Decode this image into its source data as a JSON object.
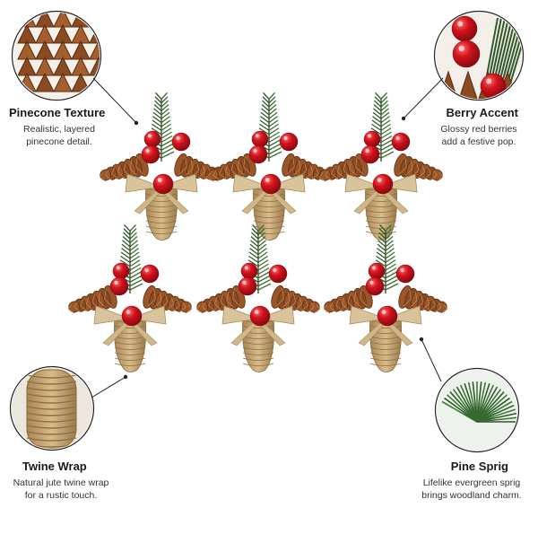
{
  "callouts": {
    "pinecone": {
      "title": "Pinecone Texture",
      "desc_line1": "Realistic, layered",
      "desc_line2": "pinecone detail."
    },
    "berry": {
      "title": "Berry Accent",
      "desc_line1": "Glossy red berries",
      "desc_line2": "add a festive pop."
    },
    "twine": {
      "title": "Twine Wrap",
      "desc_line1": "Natural jute twine wrap",
      "desc_line2": "for a rustic touch."
    },
    "sprig": {
      "title": "Pine Sprig",
      "desc_line1": "Lifelike evergreen sprig",
      "desc_line2": "brings woodland charm."
    }
  },
  "colors": {
    "pinecone": "#8a4a22",
    "pinecone_dark": "#5e2f12",
    "berry": "#d3121d",
    "needle": "#2f5a2a",
    "twine": "#c9a979",
    "bow": "#d8c39b",
    "background": "#ffffff"
  }
}
